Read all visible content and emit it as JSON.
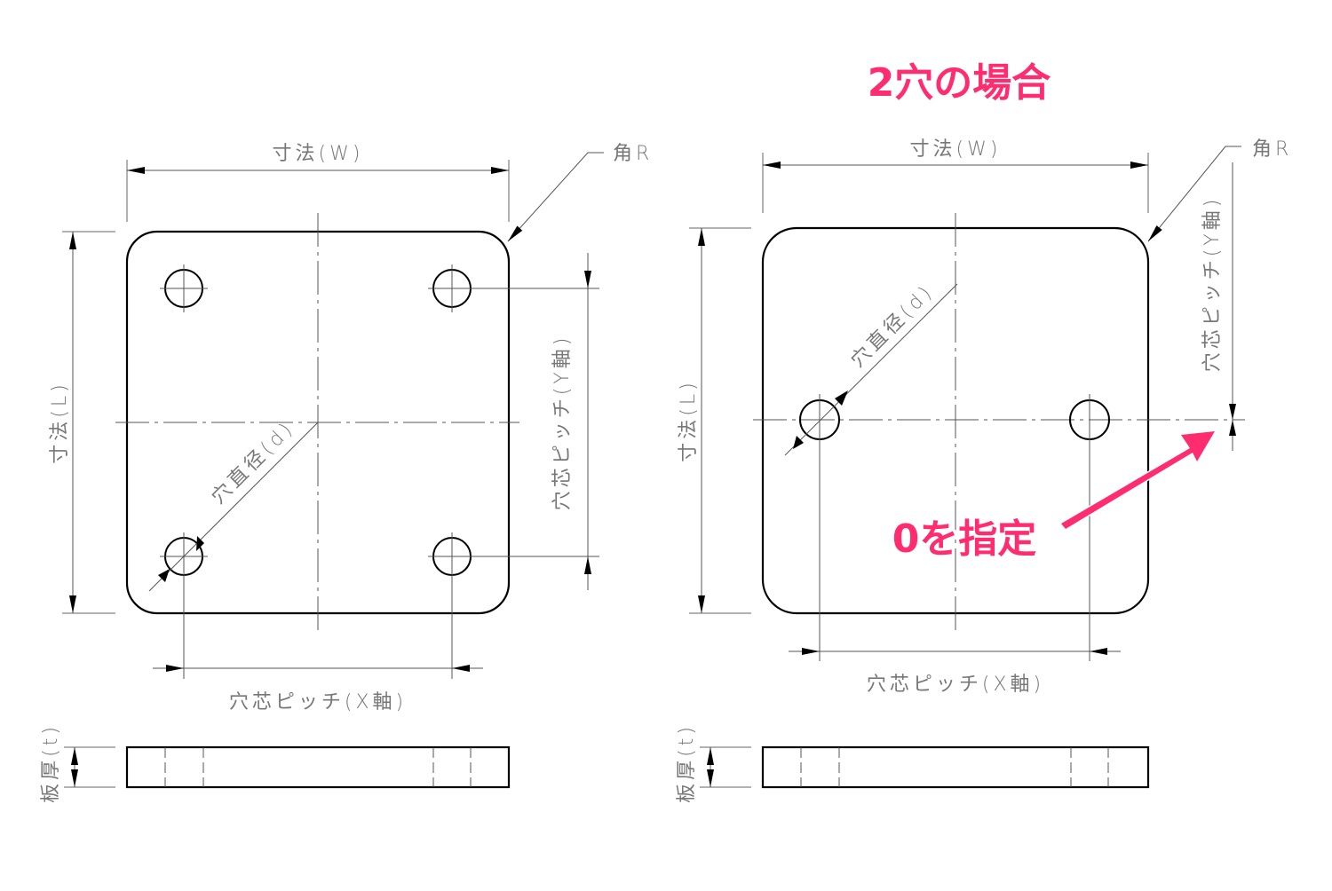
{
  "title_callout": "2穴の場合",
  "annotation_callout": "0を指定",
  "colors": {
    "accent": "#ff2d6f",
    "outline": "#000000",
    "dimension_text": "#777777",
    "thin_line": "#555555"
  },
  "left_drawing": {
    "hole_count": 4,
    "labels": {
      "width": "寸法(W)",
      "length": "寸法(L)",
      "corner_radius": "角R",
      "hole_diameter": "穴直径(d)",
      "pitch_y": "穴芯ピッチ(Y軸)",
      "pitch_x": "穴芯ピッチ(X軸)",
      "thickness": "板厚(t)"
    }
  },
  "right_drawing": {
    "hole_count": 2,
    "labels": {
      "width": "寸法(W)",
      "length": "寸法(L)",
      "corner_radius": "角R",
      "hole_diameter": "穴直径(d)",
      "pitch_y": "穴芯ピッチ(Y軸)",
      "pitch_x": "穴芯ピッチ(X軸)",
      "thickness": "板厚(t)"
    }
  }
}
